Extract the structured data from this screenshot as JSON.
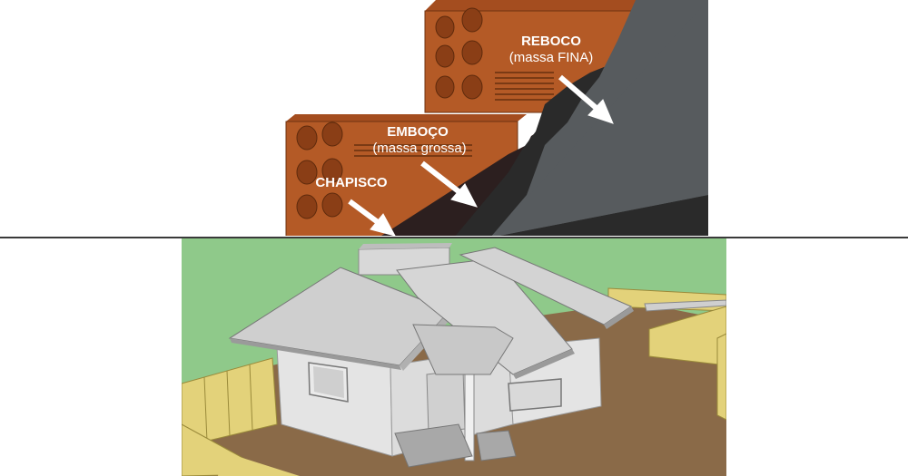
{
  "wall_layers": {
    "reboco": {
      "title": "REBOCO",
      "subtitle": "(massa FINA)"
    },
    "emboco": {
      "title": "EMBOÇO",
      "subtitle": "(massa grossa)"
    },
    "chapisco": {
      "title": "CHAPISCO"
    }
  },
  "colors": {
    "brick": "#b45a26",
    "brick_dark": "#7a3a14",
    "plaster_fine": "#575b5e",
    "plaster_coarse": "#2a2a2a",
    "chapisco": "#2c1f1f",
    "sky": "#8fc98a",
    "ground": "#8a6a48",
    "fence": "#e3d27a",
    "house_wall": "#e4e4e4",
    "roof": "#cfcfcf"
  }
}
